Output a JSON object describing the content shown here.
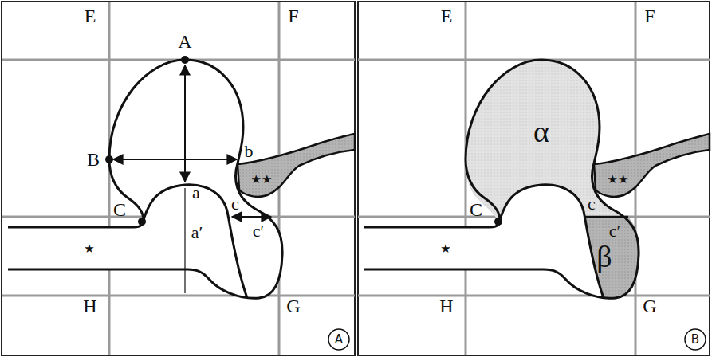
{
  "diagram": {
    "labels": [
      "E",
      "A",
      "F",
      "B",
      "b",
      "a",
      "★★",
      "C",
      "c",
      "a′",
      "c′",
      "★",
      "H",
      "G",
      "A",
      "E",
      "F",
      "α",
      "★★",
      "C",
      "c",
      "c′",
      "β",
      "★",
      "H",
      "G",
      "B"
    ]
  }
}
